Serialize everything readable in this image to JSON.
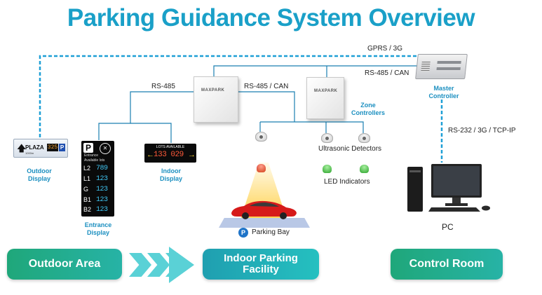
{
  "title": "Parking Guidance System Overview",
  "links": {
    "gprs": "GPRS / 3G",
    "rs485_can_top": "RS-485 / CAN",
    "rs485_left": "RS-485",
    "rs485_can_mid": "RS-485 / CAN",
    "rs232": "RS-232 / 3G / TCP-IP"
  },
  "controllers": {
    "brand_1": "MAXPARK",
    "brand_2": "MAXPARK",
    "zone_line1": "Zone",
    "zone_line2": "Controllers",
    "master_line1": "Master",
    "master_line2": "Controller"
  },
  "outdoor_display": {
    "name": "PLAZA",
    "count": "325",
    "badge": "P",
    "sub": "1000m",
    "caption_line1": "Outdoor",
    "caption_line2": "Display"
  },
  "entrance_display": {
    "badge": "P",
    "entrance_text": "Entrance",
    "available_text": "Available lots",
    "rows": [
      {
        "level": "L2",
        "value": "789"
      },
      {
        "level": "L1",
        "value": "123"
      },
      {
        "level": "G",
        "value": "123"
      },
      {
        "level": "B1",
        "value": "123"
      },
      {
        "level": "B2",
        "value": "123"
      }
    ],
    "caption_line1": "Entrance",
    "caption_line2": "Display"
  },
  "indoor_display": {
    "header": "LOTS AVAILABLE",
    "left_arrow": "←",
    "numbers": "133 029",
    "right_arrow": "→",
    "caption_line1": "Indoor",
    "caption_line2": "Display"
  },
  "labels": {
    "ultrasonic": "Ultrasonic Detectors",
    "led": "LED Indicators",
    "parking_bay": "Parking Bay",
    "parking_badge": "P",
    "pc": "PC"
  },
  "areas": {
    "outdoor": "Outdoor Area",
    "indoor_line1": "Indoor Parking",
    "indoor_line2": "Facility",
    "control": "Control Room"
  },
  "colors": {
    "title": "#1aa0c8",
    "dashed_link": "#1f9fd6",
    "solid_link": "#1a7fb0",
    "green_area": "#1fa77a",
    "teal_area": "#25c0c0"
  }
}
